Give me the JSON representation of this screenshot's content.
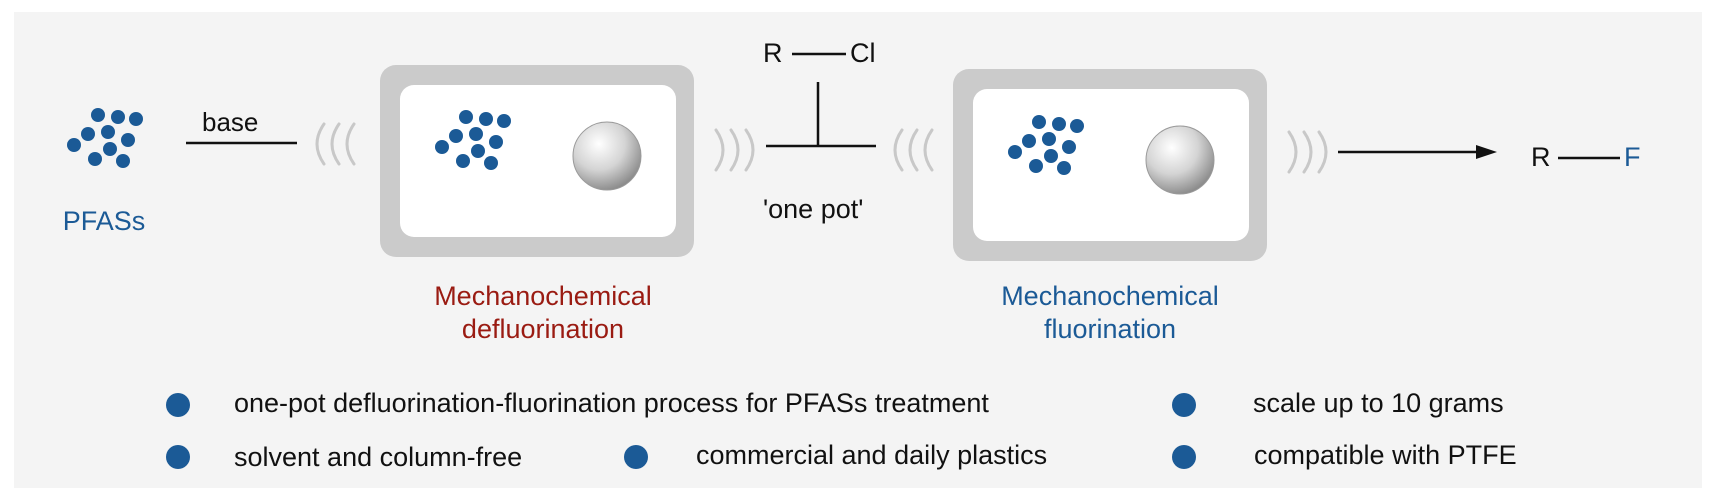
{
  "colors": {
    "blue": "#1b5a96",
    "red": "#9a1b12",
    "frame": "#cbcbcb",
    "panel": "#f4f4f4"
  },
  "scheme": {
    "reactant_label": "PFASs",
    "base_label": "base",
    "step1_label": "Mechanochemical\ndefluorination",
    "reagent_r": "R",
    "reagent_cl": "Cl",
    "one_pot_label": "'one pot'",
    "step2_label": "Mechanochemical\nfluorination",
    "product_r": "R",
    "product_f": "F"
  },
  "features": [
    "one-pot defluorination-fluorination process for PFASs treatment",
    "scale up to 10 grams",
    "solvent and column-free",
    "commercial and daily plastics",
    "compatible with PTFE"
  ],
  "icons": [
    "pfas-particles-icon",
    "milling-jar-icon",
    "milling-ball-icon",
    "vibration-waves-icon",
    "bullet-icon"
  ]
}
